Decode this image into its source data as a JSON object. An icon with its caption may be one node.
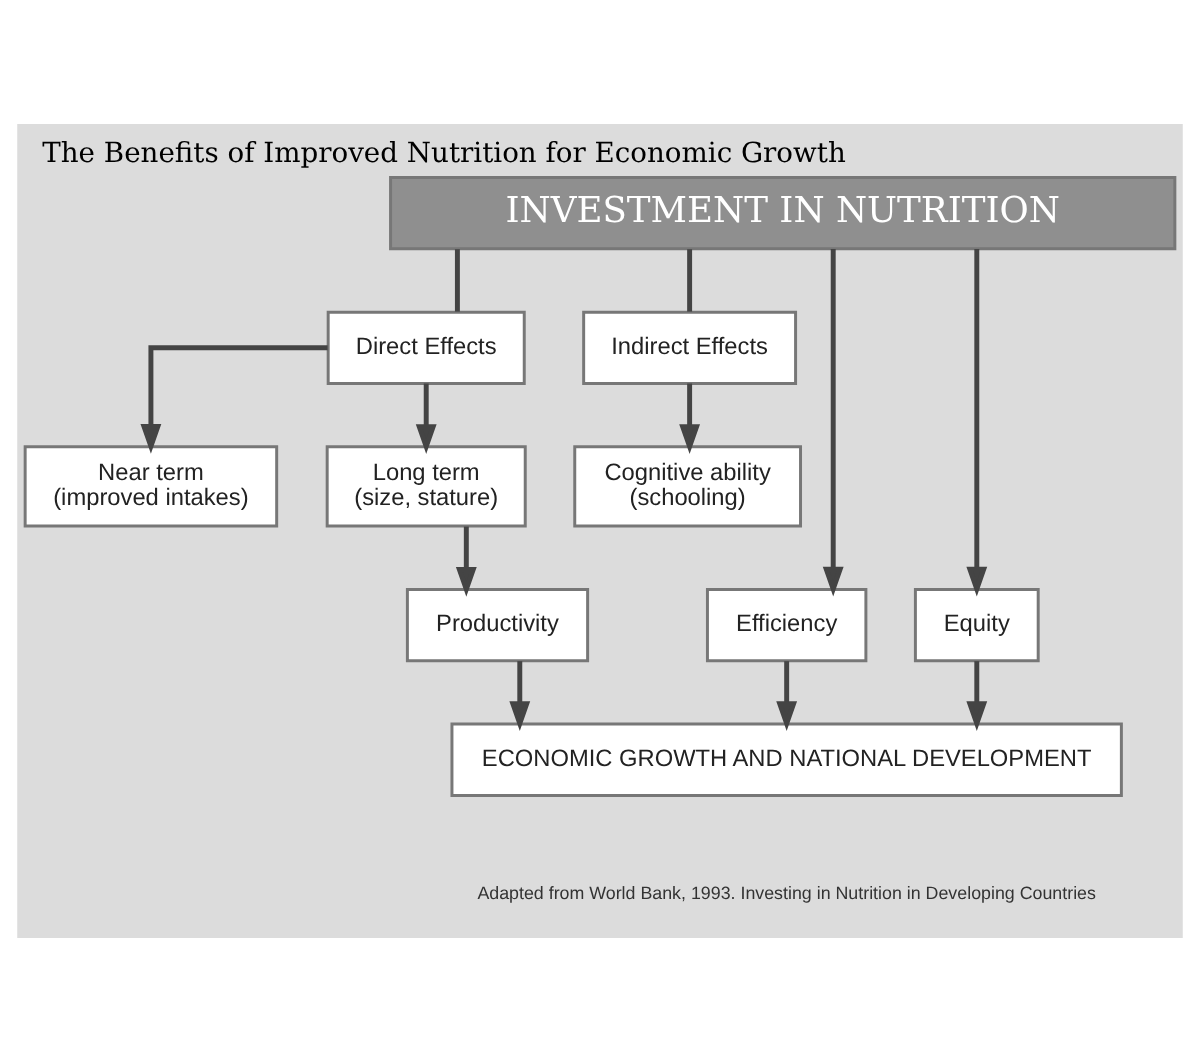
{
  "diagram": {
    "title": "The Benefits of Improved Nutrition for Economic Growth",
    "caption": "Adapted from World Bank, 1993. Investing in Nutrition in Developing Countries",
    "nodes": [
      {
        "text": [
          "INVESTMENT IN NUTRITION"
        ]
      },
      {
        "text": [
          "Direct Effects"
        ]
      },
      {
        "text": [
          "Indirect Effects"
        ]
      },
      {
        "text": [
          "Near term",
          "(improved intakes)"
        ]
      },
      {
        "text": [
          "Long term",
          "(size, stature)"
        ]
      },
      {
        "text": [
          "Cognitive ability",
          "(schooling)"
        ]
      },
      {
        "text": [
          "Productivity"
        ]
      },
      {
        "text": [
          "Efficiency"
        ]
      },
      {
        "text": [
          "Equity"
        ]
      },
      {
        "text": [
          "ECONOMIC GROWTH AND NATIONAL DEVELOPMENT"
        ]
      }
    ],
    "edges": [
      {
        "from": 0,
        "to": 1,
        "arrow": "none"
      },
      {
        "from": 0,
        "to": 2,
        "arrow": "none"
      },
      {
        "from": 0,
        "to": 7,
        "arrow": "to"
      },
      {
        "from": 0,
        "to": 8,
        "arrow": "to"
      },
      {
        "from": 1,
        "to": 3,
        "arrow": "to"
      },
      {
        "from": 1,
        "to": 4,
        "arrow": "to"
      },
      {
        "from": 2,
        "to": 5,
        "arrow": "to"
      },
      {
        "from": 4,
        "to": 6,
        "arrow": "to"
      },
      {
        "from": 6,
        "to": 9,
        "arrow": "to"
      },
      {
        "from": 7,
        "to": 9,
        "arrow": "to"
      },
      {
        "from": 8,
        "to": 9,
        "arrow": "to"
      }
    ]
  }
}
